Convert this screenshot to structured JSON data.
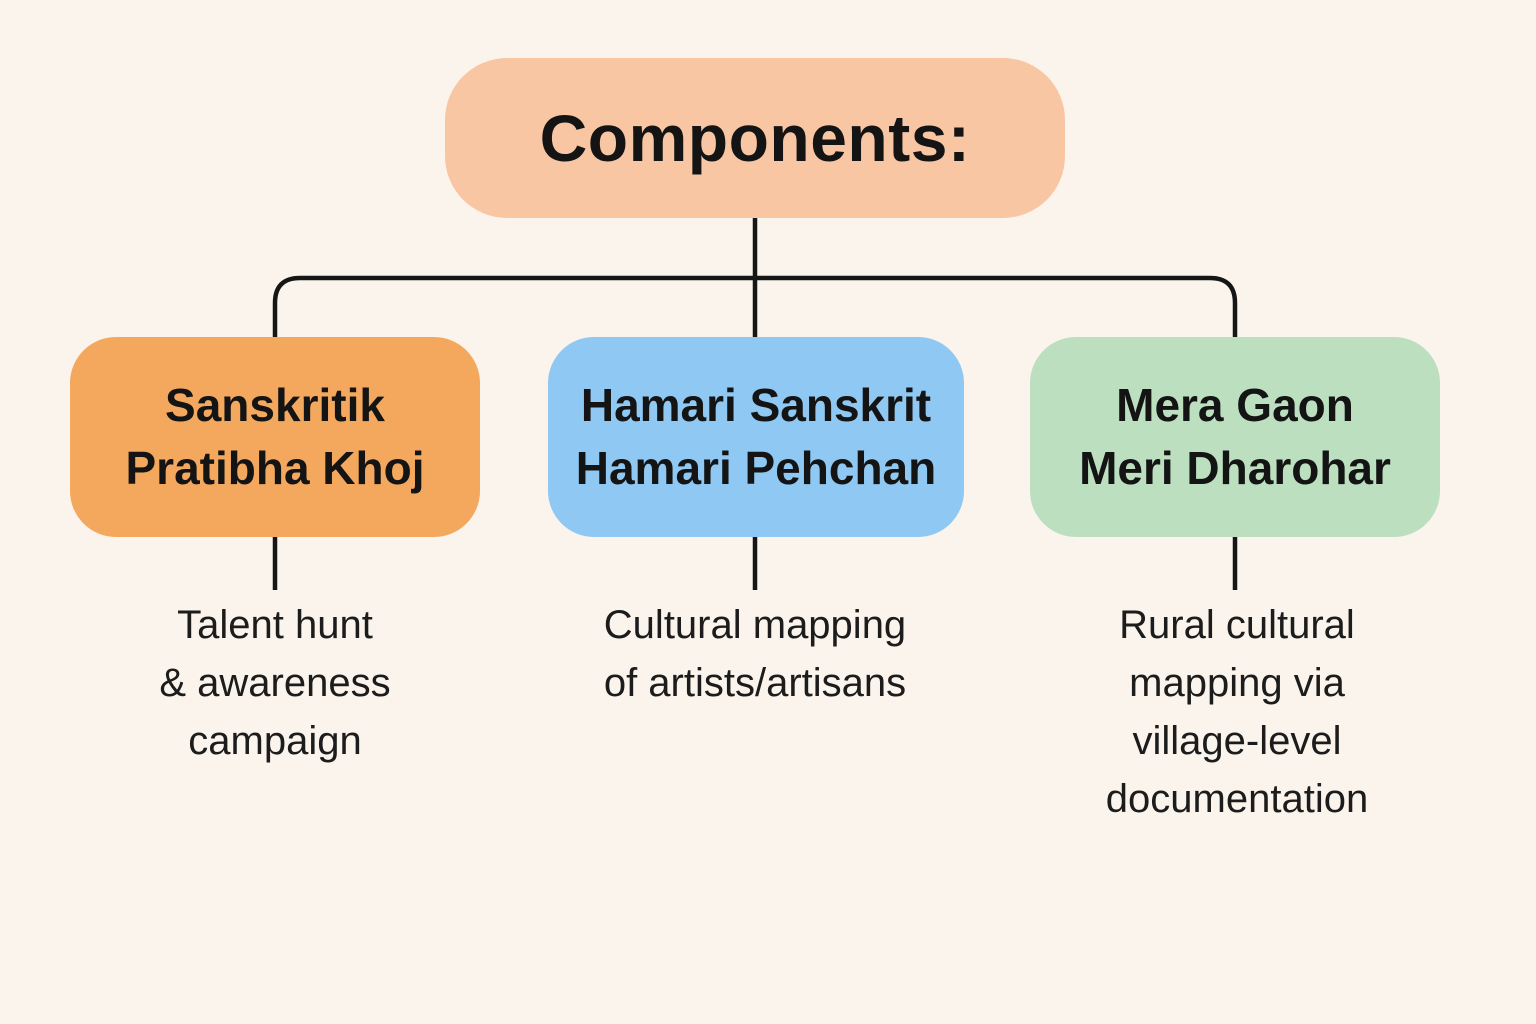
{
  "diagram": {
    "type": "flowchart-tree",
    "colors": {
      "background": "#faf4ec",
      "connector": "#161616",
      "text": "#141414",
      "root_fill": "#f9c6a3",
      "node_fills": [
        "#f4a85e",
        "#8fc8f2",
        "#bbdfbf"
      ]
    },
    "root": {
      "label": "Components:"
    },
    "nodes": [
      {
        "id": "sanskritik-pratibha-khoj",
        "title": "Sanskritik Pratibha Khoj",
        "title_lines": [
          "Sanskritik",
          "Pratibha Khoj"
        ],
        "fill": "#f4a85e",
        "description": "Talent hunt & awareness campaign",
        "description_lines": [
          "Talent hunt",
          "& awareness",
          "campaign"
        ]
      },
      {
        "id": "hamari-sanskrit-hamari-pehchan",
        "title": "Hamari Sanskrit Hamari Pehchan",
        "title_lines": [
          "Hamari Sanskrit",
          "Hamari Pehchan"
        ],
        "fill": "#8fc8f2",
        "description": "Cultural mapping of artists/artisans",
        "description_lines": [
          "Cultural mapping",
          "of artists/artisans"
        ]
      },
      {
        "id": "mera-gaon-meri-dharohar",
        "title": "Mera Gaon Meri Dharohar",
        "title_lines": [
          "Mera Gaon",
          "Meri Dharohar"
        ],
        "fill": "#bbdfbf",
        "description": "Rural cultural mapping via village-level documentation",
        "description_lines": [
          "Rural cultural",
          "mapping via",
          "village-level",
          "documentation"
        ]
      }
    ]
  }
}
